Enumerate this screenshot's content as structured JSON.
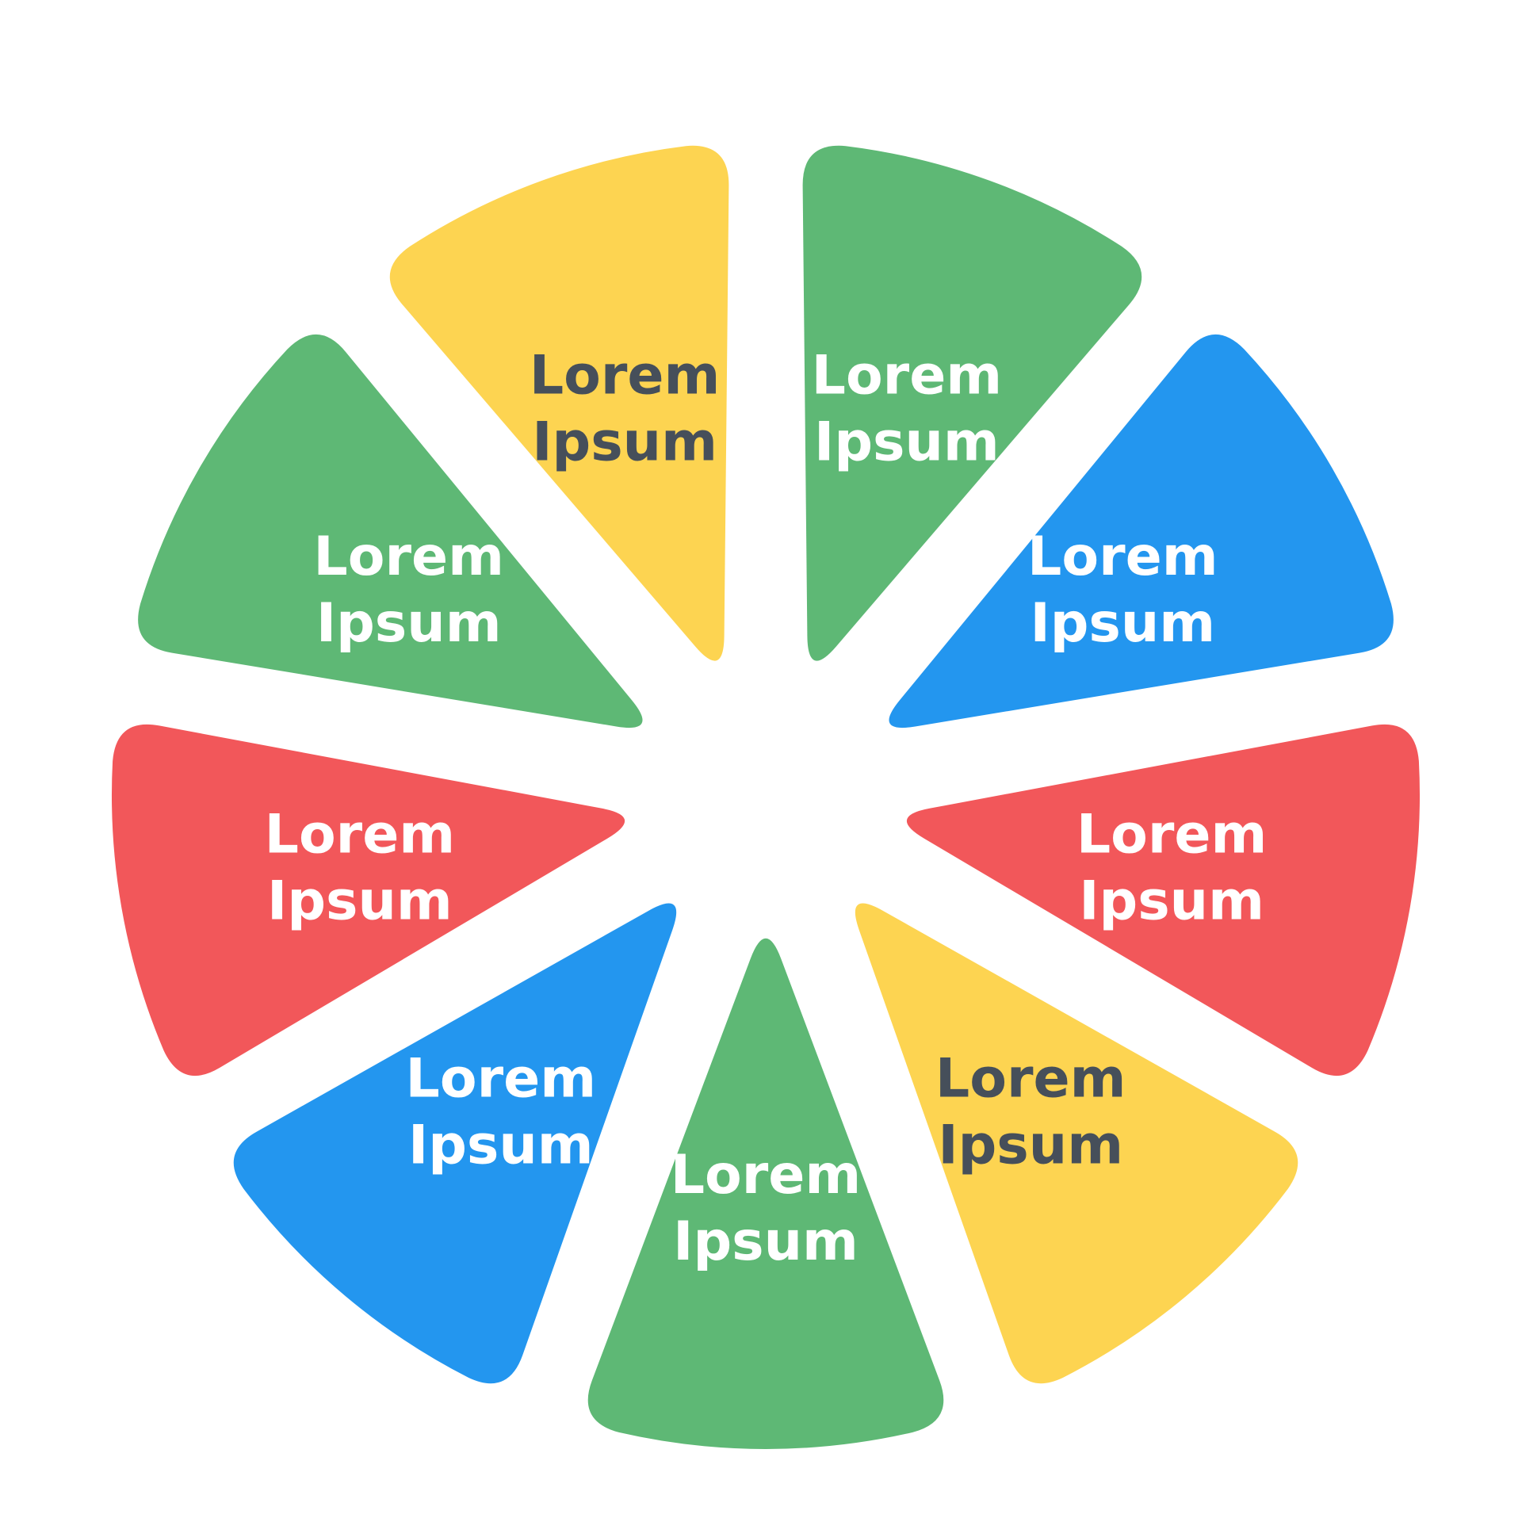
{
  "segments": [
    {
      "line1": "Lorem",
      "line2": "Ipsum",
      "color": "#5EB875",
      "text_color": "#FFFFFF"
    },
    {
      "line1": "Lorem",
      "line2": "Ipsum",
      "color": "#2396EF",
      "text_color": "#FFFFFF"
    },
    {
      "line1": "Lorem",
      "line2": "Ipsum",
      "color": "#F2575A",
      "text_color": "#FFFFFF"
    },
    {
      "line1": "Lorem",
      "line2": "Ipsum",
      "color": "#FDD451",
      "text_color": "#464F5A"
    },
    {
      "line1": "Lorem",
      "line2": "Ipsum",
      "color": "#5EB875",
      "text_color": "#FFFFFF"
    },
    {
      "line1": "Lorem",
      "line2": "Ipsum",
      "color": "#2396EF",
      "text_color": "#FFFFFF"
    },
    {
      "line1": "Lorem",
      "line2": "Ipsum",
      "color": "#F2575A",
      "text_color": "#FFFFFF"
    },
    {
      "line1": "Lorem",
      "line2": "Ipsum",
      "color": "#5EB875",
      "text_color": "#FFFFFF"
    },
    {
      "line1": "Lorem",
      "line2": "Ipsum",
      "color": "#FDD451",
      "text_color": "#464F5A"
    }
  ]
}
